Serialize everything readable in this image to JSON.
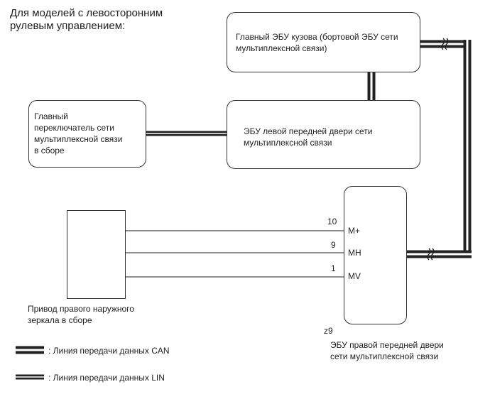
{
  "header": {
    "line1": "Для моделей с левосторонним",
    "line2": "рулевым управлением:"
  },
  "nodes": {
    "main_body_ecu": {
      "line1": "Главный ЭБУ кузова (бортовой ЭБУ сети",
      "line2": "мультиплексной связи)"
    },
    "master_switch": {
      "line1": "Главный",
      "line2": "переключатель сети",
      "line3": "мультиплексной связи",
      "line4": "в сборе"
    },
    "front_left_door_ecu": {
      "line1": "ЭБУ левой передней двери сети",
      "line2": "мультиплексной связи"
    },
    "mirror_actuator": {
      "line1": "Привод правого наружного",
      "line2": "зеркала в сборе"
    },
    "front_right_door_ecu": {
      "connector": "z9",
      "line1": "ЭБУ правой передней двери",
      "line2": "сети мультиплексной связи",
      "terminals": [
        {
          "pin": "10",
          "name": "M+"
        },
        {
          "pin": "9",
          "name": "MH"
        },
        {
          "pin": "1",
          "name": "MV"
        }
      ]
    }
  },
  "legend": {
    "can_label": ": Линия передачи данных CAN",
    "lin_label": ": Линия передачи данных LIN"
  },
  "colors": {
    "line": "#222222",
    "box_border": "#333333",
    "text": "#222222",
    "background": "#ffffff"
  }
}
